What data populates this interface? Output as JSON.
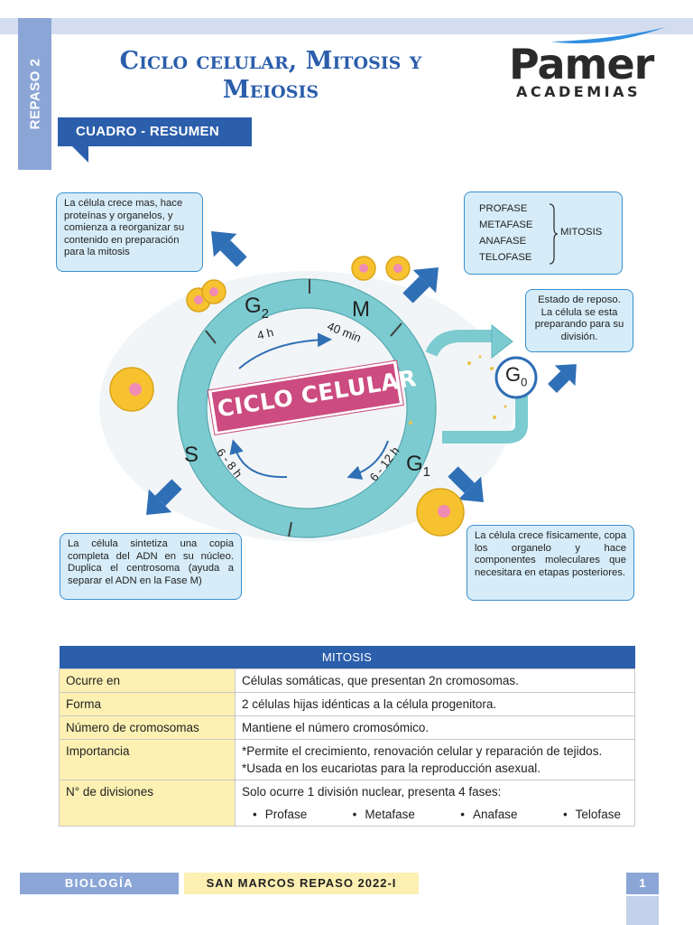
{
  "header": {
    "side_tab": "REPASO 2",
    "title_line1": "Ciclo celular, Mitosis y",
    "title_line2": "Meiosis",
    "logo_word": "Pamer",
    "logo_sub": "ACADEMIAS",
    "section_label": "CUADRO - RESUMEN"
  },
  "colors": {
    "brand_blue": "#2b5eab",
    "ring": "#7ccbd0",
    "arrow_blue": "#2f6fb5",
    "key_yellow": "#fdf0b3"
  },
  "diagram": {
    "center_label": "CICLO CELULAR",
    "phases": {
      "g2": "G",
      "g2_sub": "2",
      "m": "M",
      "s": "S",
      "g1": "G",
      "g1_sub": "1",
      "g0": "G",
      "g0_sub": "0"
    },
    "durations": {
      "g2": "4 h",
      "m": "40 min",
      "s": "6 - 8 h",
      "g1": "6 - 12 h"
    },
    "notes": {
      "g2": "La célula crece mas, hace proteínas y organelos, y comienza a reorganizar su contenido en preparación para la mitosis",
      "s": "La célula sintetiza una copia completa del ADN en su núcleo. Duplica el centrosoma (ayuda a separar el ADN en la Fase M)",
      "g1": "La célula crece físicamente, copa los organelo y hace componentes moleculares que necesitara en etapas posteriores.",
      "g0": "Estado de reposo. La célula se esta preparando para su división."
    },
    "mitosis_phases": [
      "PROFASE",
      "METAFASE",
      "ANAFASE",
      "TELOFASE"
    ],
    "mitosis_label": "MITOSIS"
  },
  "table": {
    "title": "MITOSIS",
    "rows": [
      {
        "key": "Ocurre en",
        "value": "Células somáticas, que presentan 2n cromosomas."
      },
      {
        "key": "Forma",
        "value": "2 células hijas idénticas a la célula progenitora."
      },
      {
        "key": "Número de cromosomas",
        "value": "Mantiene el número cromosómico."
      },
      {
        "key": "Importancia",
        "value": "*Permite el crecimiento, renovación celular y reparación de tejidos.",
        "value2": "*Usada en los eucariotas para la reproducción asexual."
      },
      {
        "key": "N° de divisiones",
        "value": "Solo ocurre 1 división nuclear, presenta 4 fases:"
      }
    ],
    "phases": [
      "Profase",
      "Metafase",
      "Anafase",
      "Telofase"
    ]
  },
  "footer": {
    "subject": "BIOLOGÍA",
    "course": "SAN MARCOS REPASO 2022-I",
    "page": "1"
  }
}
